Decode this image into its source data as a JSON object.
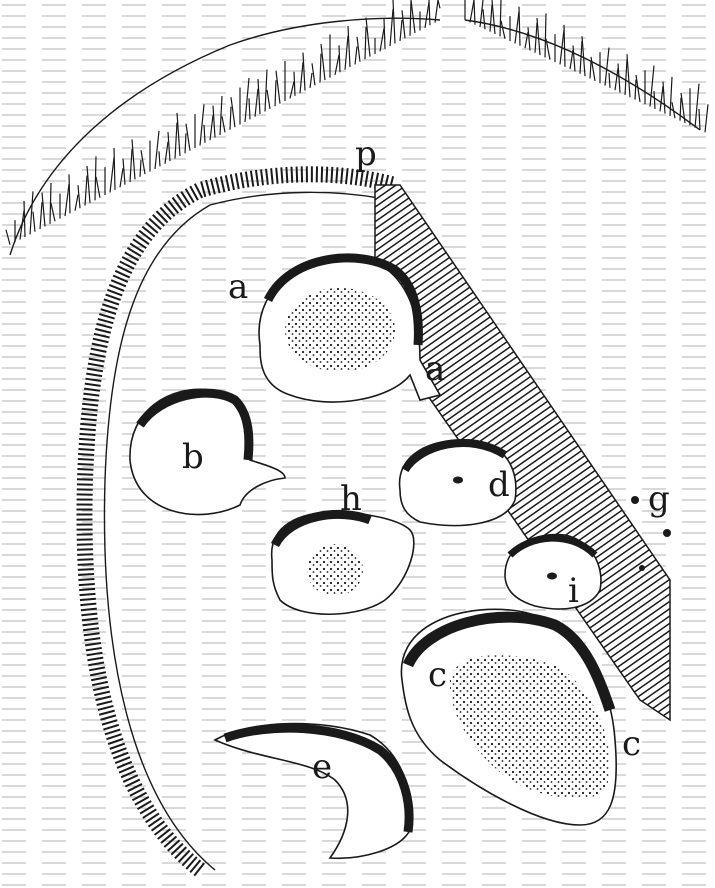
{
  "figure": {
    "labels": {
      "p": "p",
      "a1": "a",
      "a2": "a",
      "b": "b",
      "d": "d",
      "g": "g",
      "h": "h",
      "i": "i",
      "c1": "c",
      "c2": "c",
      "e": "e"
    }
  },
  "colors": {
    "ink": "#1a1a1a",
    "paper": "#ffffff"
  }
}
